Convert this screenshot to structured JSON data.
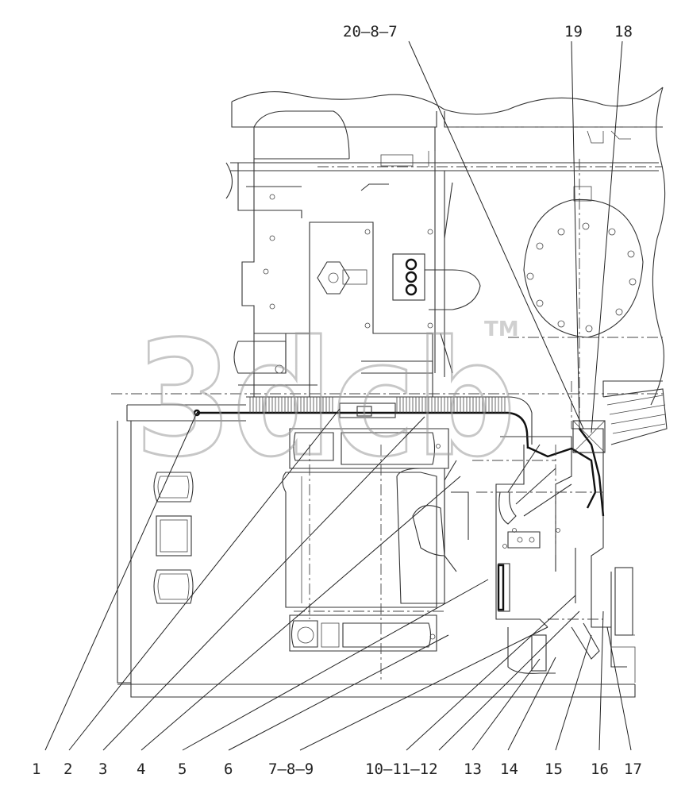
{
  "drawing": {
    "bottom_callouts": [
      "1",
      "2",
      "3",
      "4",
      "5",
      "6",
      "7—8—9",
      "10—11—12",
      "13",
      "14",
      "15",
      "16",
      "17"
    ],
    "top_callouts": [
      "20—8—7",
      "19",
      "18"
    ]
  },
  "watermark": {
    "text": "3dcb",
    "trademark": "TM"
  }
}
